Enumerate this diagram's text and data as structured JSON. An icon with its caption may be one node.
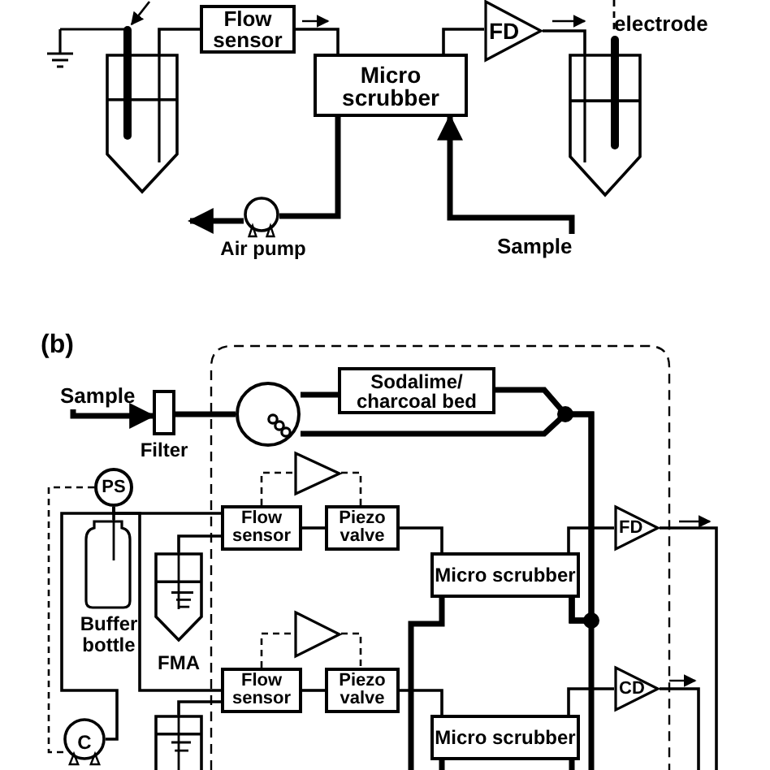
{
  "diagram": {
    "nodes": [
      {
        "text": [
          "Flow sensor"
        ]
      },
      {
        "text": [
          "Micro scrubber"
        ]
      },
      {
        "text": [
          "FD"
        ]
      },
      {
        "text": [],
        "shape": "vessel"
      },
      {
        "text": [],
        "shape": "vessel",
        "beside": [
          "electrode"
        ]
      },
      {
        "text": [
          "Air pump"
        ]
      },
      {
        "text": [],
        "shape": "box"
      },
      {
        "text": [
          "Filter"
        ]
      },
      {
        "text": [],
        "shape": "circle",
        "in": 6
      },
      {
        "text": [
          "Sodalime/ charcoal bed"
        ],
        "in": 6
      },
      {
        "text": [],
        "shape": "triangle",
        "in": 6
      },
      {
        "text": [
          "Flow sensor"
        ],
        "in": 6
      },
      {
        "text": [
          "Piezo valve"
        ],
        "in": 6
      },
      {
        "text": [
          "Micro scrubber"
        ],
        "in": 6
      },
      {
        "text": [
          "FD"
        ],
        "in": 6
      },
      {
        "text": [],
        "shape": "triangle",
        "in": 6
      },
      {
        "text": [
          "Flow sensor"
        ],
        "in": 6
      },
      {
        "text": [
          "Piezo valve"
        ],
        "in": 6
      },
      {
        "text": [
          "CD"
        ],
        "in": 6
      },
      {
        "text": [
          "Micro scrubber"
        ],
        "in": 6
      },
      {
        "text": [
          "PS"
        ]
      },
      {
        "text": [
          "Buffer bottle"
        ]
      },
      {
        "text": [
          "FMA"
        ]
      },
      {
        "text": [],
        "shape": "vessel"
      },
      {
        "text": [
          "C"
        ]
      },
      {
        "text": [
          "Sample"
        ]
      },
      {
        "text": [
          "Sample"
        ]
      }
    ],
    "edges": [
      {
        "from": 3,
        "to": 0,
        "arrow": "none"
      },
      {
        "from": 0,
        "to": 1,
        "arrow": "none"
      },
      {
        "from": 1,
        "to": 2,
        "arrow": "none"
      },
      {
        "from": 2,
        "to": 4,
        "arrow": "none"
      },
      {
        "from": 1,
        "to": 5,
        "arrow": "none",
        "style": "thick"
      },
      {
        "from": 5,
        "to": null,
        "arrow": "to",
        "style": "thick"
      },
      {
        "from": 26,
        "to": 1,
        "arrow": "to",
        "style": "thick"
      },
      {
        "from": 25,
        "to": 7,
        "arrow": "to",
        "style": "thick"
      },
      {
        "from": 7,
        "to": 8,
        "arrow": "none",
        "style": "thick"
      },
      {
        "from": 8,
        "to": 9,
        "arrow": "none",
        "style": "thick"
      },
      {
        "from": 9,
        "to": 13,
        "arrow": "none",
        "style": "thick"
      },
      {
        "from": 8,
        "to": 13,
        "arrow": "none",
        "style": "thick"
      },
      {
        "from": 11,
        "to": 10,
        "arrow": "none",
        "style": "dashed"
      },
      {
        "from": 10,
        "to": 12,
        "arrow": "none",
        "style": "dashed"
      },
      {
        "from": 11,
        "to": 12,
        "arrow": "none"
      },
      {
        "from": 12,
        "to": 13,
        "arrow": "none"
      },
      {
        "from": 13,
        "to": 14,
        "arrow": "none"
      },
      {
        "from": 14,
        "to": null,
        "arrow": "none"
      },
      {
        "from": 16,
        "to": 15,
        "arrow": "none",
        "style": "dashed"
      },
      {
        "from": 15,
        "to": 17,
        "arrow": "none",
        "style": "dashed"
      },
      {
        "from": 16,
        "to": 17,
        "arrow": "none"
      },
      {
        "from": 17,
        "to": 19,
        "arrow": "none"
      },
      {
        "from": 19,
        "to": 18,
        "arrow": "none"
      },
      {
        "from": 18,
        "to": null,
        "arrow": "none"
      },
      {
        "from": 20,
        "to": 24,
        "arrow": "none",
        "style": "dashed"
      },
      {
        "from": 20,
        "to": 21,
        "arrow": "none"
      },
      {
        "from": 20,
        "to": 11,
        "arrow": "none"
      },
      {
        "from": 11,
        "to": 22,
        "arrow": "none"
      },
      {
        "from": 20,
        "to": 16,
        "arrow": "none"
      },
      {
        "from": 16,
        "to": 23,
        "arrow": "none"
      },
      {
        "from": 24,
        "to": 20,
        "arrow": "none"
      },
      {
        "from": 13,
        "to": null,
        "arrow": "none",
        "style": "thick"
      },
      {
        "from": 13,
        "to": null,
        "arrow": "none",
        "style": "thick"
      },
      {
        "from": 19,
        "to": null,
        "arrow": "none",
        "style": "thick"
      },
      {
        "from": 19,
        "to": null,
        "arrow": "none",
        "style": "thick"
      }
    ],
    "labels": [
      "(b)"
    ]
  }
}
